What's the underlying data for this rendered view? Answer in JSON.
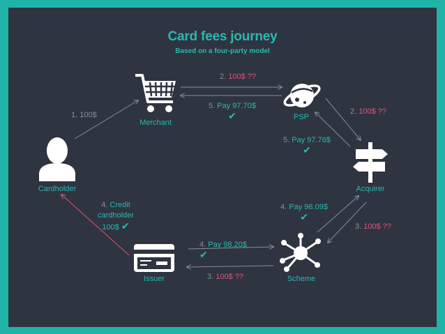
{
  "title": "Card fees journey",
  "subtitle": "Based on a four-party model",
  "nodes": {
    "merchant": "Merchant",
    "psp": "PSP",
    "cardholder": "Cardholder",
    "acquirer": "Acquirer",
    "issuer": "Issuer",
    "scheme": "Scheme"
  },
  "steps": {
    "s1": {
      "num": "1.",
      "text": "100$"
    },
    "s2a": {
      "num": "2.",
      "text": "100$ ??"
    },
    "s2b": {
      "num": "2.",
      "text": "100$ ??"
    },
    "s3a": {
      "num": "3.",
      "text": "100$ ??"
    },
    "s3b": {
      "num": "3.",
      "text": "100$ ??"
    },
    "s4credit": {
      "num": "4.",
      "line1": "Credit",
      "line2": "cardholder",
      "line3": "100$"
    },
    "s4scheme": {
      "num": "4.",
      "text": "Pay 98.09$"
    },
    "s4issuer": {
      "num": "4.",
      "text": "Pay 98.20$"
    },
    "s5psp": {
      "num": "5.",
      "text": "Pay 97.76$"
    },
    "s5merchant": {
      "num": "5.",
      "text": "Pay 97.70$"
    },
    "check": "✔"
  },
  "colors": {
    "frame": "#20b3a8",
    "background": "#2e3440",
    "accent": "#29b8b0",
    "highlight": "#e5527a",
    "muted": "#8a8f99"
  },
  "icons": [
    "shopping-cart-icon",
    "planet-icon",
    "person-icon",
    "signpost-icon",
    "credit-card-icon",
    "network-hub-icon"
  ]
}
